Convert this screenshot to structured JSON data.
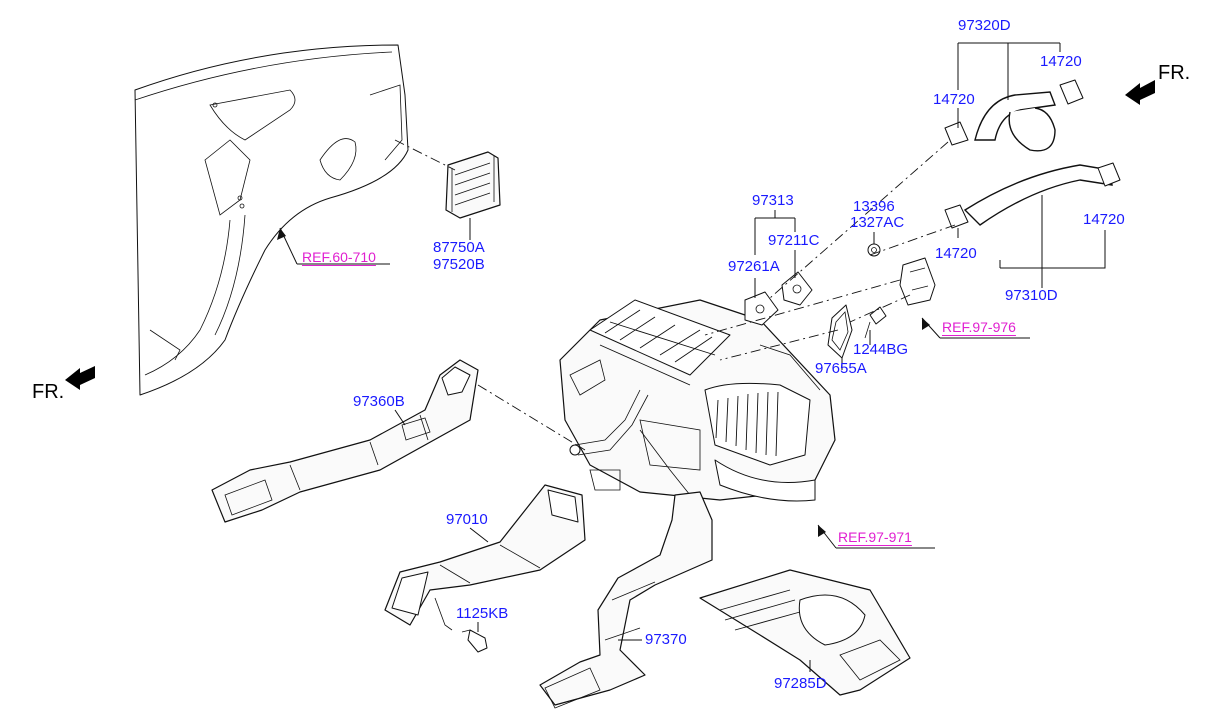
{
  "labels": {
    "p97320D": "97320D",
    "p14720_top_right": "14720",
    "p14720_top_left": "14720",
    "p14720_mid_right": "14720",
    "p14720_mid_left": "14720",
    "p97310D": "97310D",
    "p97313": "97313",
    "p97211C": "97211C",
    "p97261A": "97261A",
    "p13396": "13396",
    "p1327AC": "1327AC",
    "p1244BG": "1244BG",
    "p97655A": "97655A",
    "p87750A": "87750A",
    "p97520B": "97520B",
    "p97360B": "97360B",
    "p97010": "97010",
    "p1125KB": "1125KB",
    "p97370": "97370",
    "p97285D": "97285D"
  },
  "references": {
    "ref_60_710": "REF.60-710",
    "ref_97_976": "REF.97-976",
    "ref_97_971": "REF.97-971"
  },
  "directions": {
    "fr_top": "FR.",
    "fr_left": "FR."
  },
  "colors": {
    "part_number": "#1a1aff",
    "reference": "#e020d0",
    "line_art": "#111111"
  }
}
